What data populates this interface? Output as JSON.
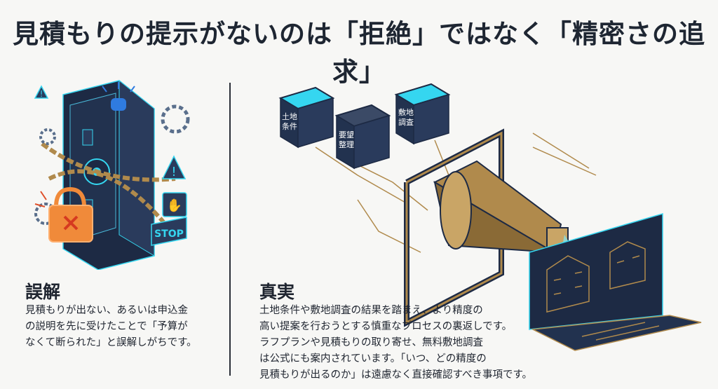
{
  "title": "見積もりの提示がないのは「拒絶」ではなく「精密さの追求」",
  "left": {
    "heading": "誤解",
    "body": "見積もりが出ない、あるいは申込金\nの説明を先に受けたことで「予算が\nなくて断られた」と誤解しがちです。",
    "stop_sign": "STOP"
  },
  "right": {
    "heading": "真実",
    "body": "土地条件や敷地調査の結果を踏まえ、より精度の\n高い提案を行おうとする慎重なプロセスの裏返しです。\nラフプランや見積もりの取り寄せ、無料敷地調査\nは公式にも案内されています。「いつ、どの精度の\n見積もりが出るのか」は遠慮なく直接確認すべき事項です。",
    "cubes": [
      {
        "label": "土地\n条件"
      },
      {
        "label": "要望\n整理"
      },
      {
        "label": "敷地\n調査"
      }
    ]
  },
  "colors": {
    "navy": "#1d2a44",
    "cyan": "#35d6f0",
    "gold": "#b08a4c",
    "orange": "#f08a3a",
    "background": "#f7f7f5"
  }
}
